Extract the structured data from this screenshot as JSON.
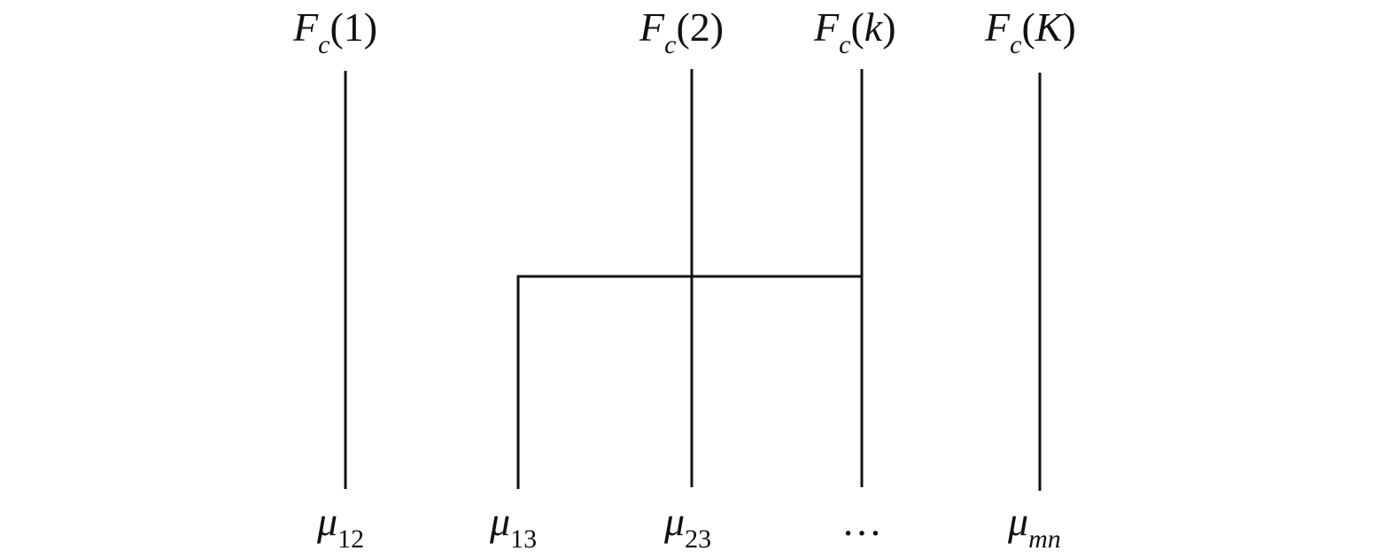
{
  "nodes_top": [
    {
      "base": "F",
      "sub": "c",
      "arg": "1"
    },
    {
      "base": "F",
      "sub": "c",
      "arg": "2"
    },
    {
      "base": "F",
      "sub": "c",
      "arg": "k"
    },
    {
      "base": "F",
      "sub": "c",
      "arg": "K"
    }
  ],
  "nodes_bottom": [
    {
      "base": "μ",
      "sub": "12"
    },
    {
      "base": "μ",
      "sub": "13"
    },
    {
      "base": "μ",
      "sub": "23"
    },
    {
      "text": "…"
    },
    {
      "base": "μ",
      "sub": "mn"
    }
  ],
  "links": [
    {
      "from": "F_c(1)",
      "to": "μ12"
    },
    {
      "from": "F_c(2)",
      "to": "μ23"
    },
    {
      "from": "F_c(k)",
      "to": "…"
    },
    {
      "from": "F_c(k)",
      "to": "μ13"
    },
    {
      "from": "F_c(K)",
      "to": "μmn"
    }
  ],
  "colors": {
    "line": "#111111",
    "text": "#111111",
    "background": "#ffffff"
  }
}
